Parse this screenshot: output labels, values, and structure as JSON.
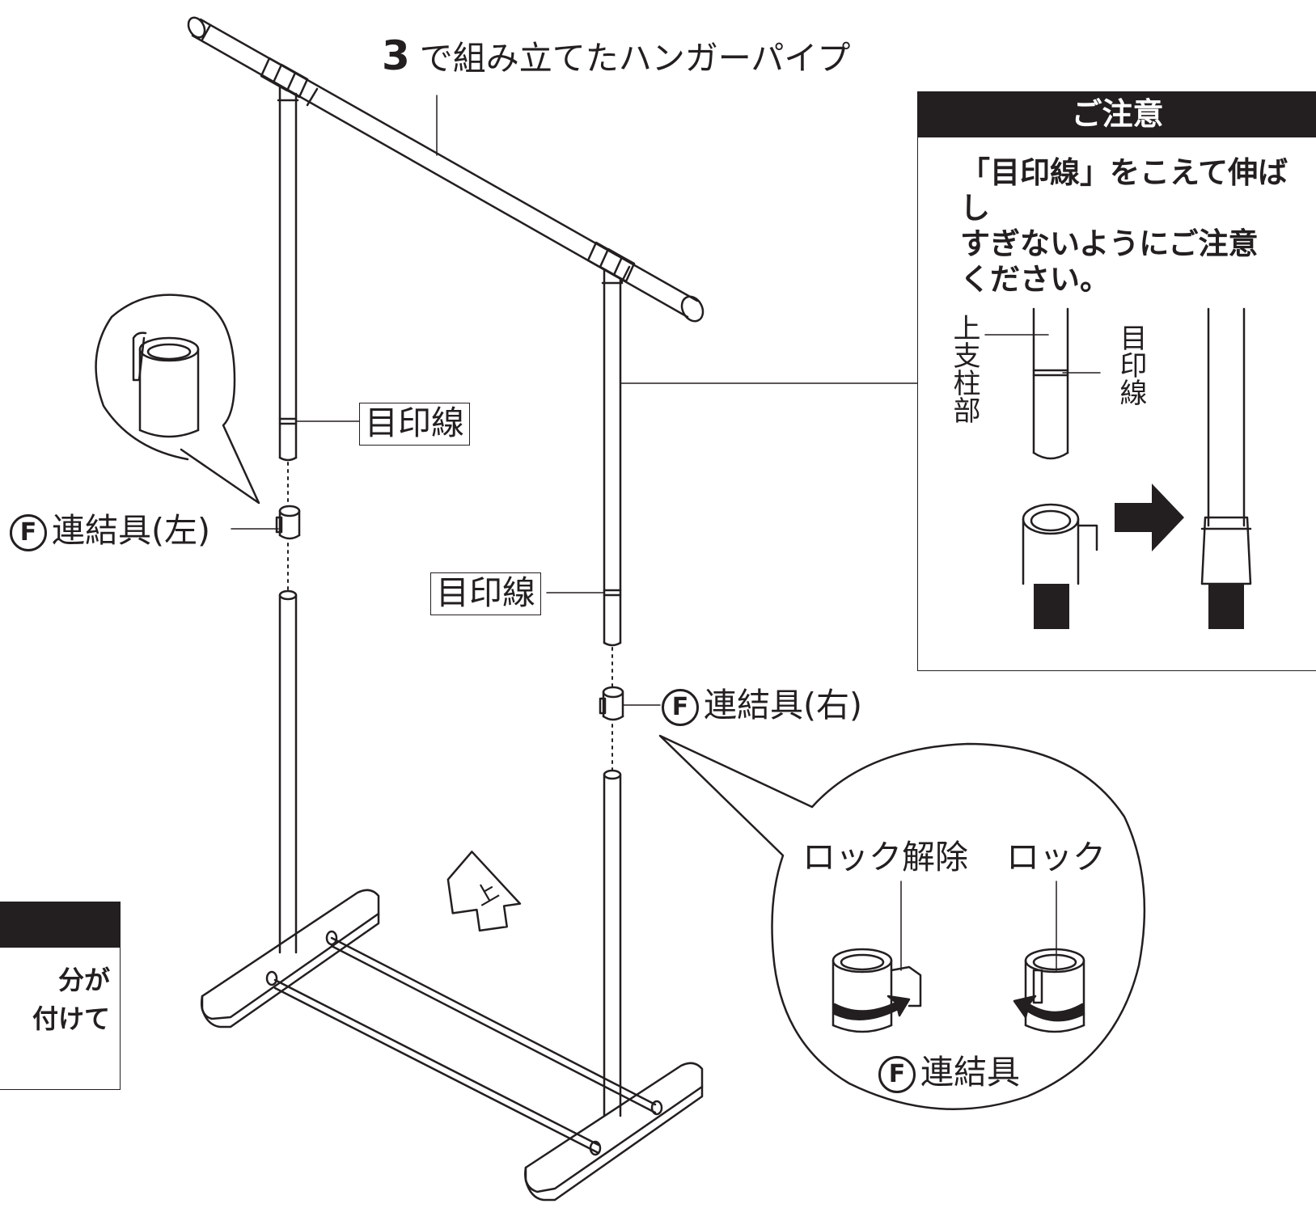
{
  "step": {
    "number": "3",
    "text": "で組み立てたハンガーパイプ"
  },
  "labels": {
    "mark_line": "目印線",
    "coupler_left": "連結具(左)",
    "coupler_right": "連結具(右)",
    "coupler": "連結具",
    "part_letter": "F",
    "unlock": "ロック解除",
    "lock": "ロック",
    "up_arrow": "上"
  },
  "caution": {
    "title": "ご注意",
    "lines": [
      "「目印線」をこえて伸ばし",
      "すぎないようにご注意",
      "ください。"
    ],
    "upper_pole": "上支柱部",
    "mark_line_vertical": "目印線"
  },
  "side_note": {
    "line1": "分が",
    "line2": "付けて"
  },
  "colors": {
    "ink": "#231f20",
    "panel_head": "#231f20"
  }
}
